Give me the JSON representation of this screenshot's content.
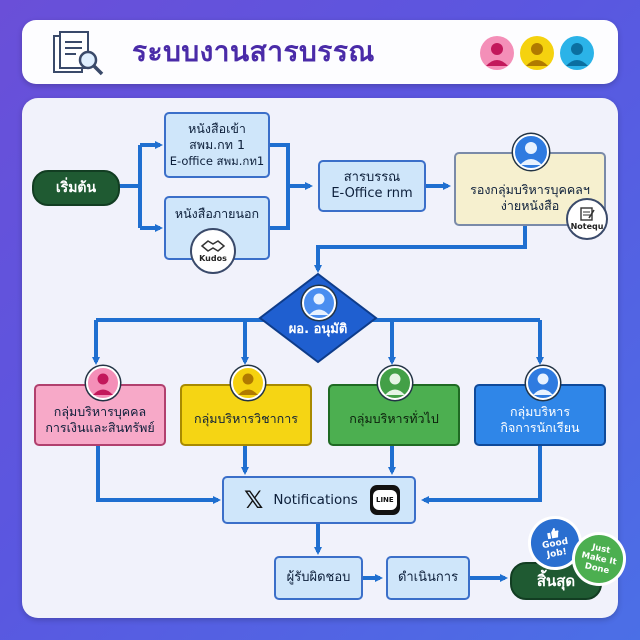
{
  "header": {
    "title": "ระบบงานสารบรรณ"
  },
  "nodes": {
    "start": "เริ่มต้น",
    "incoming_1": "หนังสือเข้า",
    "incoming_2": "สพม.กท 1",
    "incoming_3": "E-office สพม.กท1",
    "external": "หนังสือภายนอก",
    "kudos": "Kudos",
    "saraban_1": "สารบรรณ",
    "saraban_2": "E-Office rnm",
    "deputy_1": "รองกลุ่มบริหารบุคคลฯ",
    "deputy_2": "ง่ายหนังสือ",
    "note": "Notequ",
    "director": "ผอ. อนุมัติ",
    "group_personnel_1": "กลุ่มบริหารบุคคล",
    "group_personnel_2": "การเงินและสินทรัพย์",
    "group_academic": "กลุ่มบริหารวิชาการ",
    "group_general": "กลุ่มบริหารทั่วไป",
    "group_student_1": "กลุ่มบริหาร",
    "group_student_2": "กิจการนักเรียน",
    "notifications": "Notifications",
    "line": "LINE",
    "responsible": "ผู้รับผิดชอบ",
    "operate": "ดำเนินการ",
    "end": "สิ้นสุด"
  },
  "stickers": {
    "good_1": "Good",
    "good_2": "Job!",
    "just_1": "Just",
    "just_2": "Make It",
    "just_3": "Done"
  },
  "colors": {
    "pink": "#f48fb8",
    "yellow": "#f5d20f",
    "cyan": "#2bb3e8",
    "green": "#4caf50",
    "blue": "#2f7be0",
    "dark_green": "#1f5a32"
  }
}
